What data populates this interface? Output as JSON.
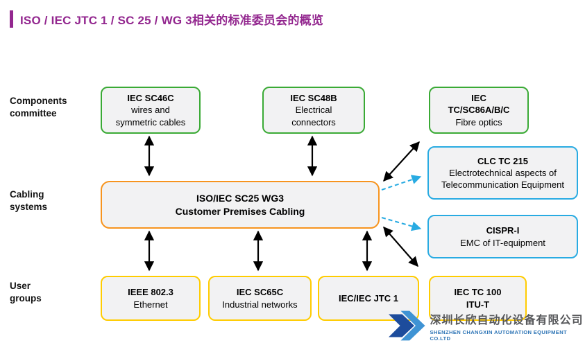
{
  "title": "ISO / IEC JTC 1 / SC 25 / WG 3相关的标准委员会的概览",
  "row_labels": {
    "components": {
      "line1": "Components",
      "line2": "committee"
    },
    "cabling": {
      "line1": "Cabling",
      "line2": "systems"
    },
    "user": {
      "line1": "User",
      "line2": "groups"
    }
  },
  "boxes": {
    "sc46c": {
      "title": "IEC SC46C",
      "line1": "wires and",
      "line2": "symmetric cables"
    },
    "sc48b": {
      "title": "IEC SC48B",
      "line1": "Electrical",
      "line2": "connectors"
    },
    "fibre": {
      "title1": "IEC",
      "title2": "TC/SC86A/B/C",
      "subtitle": "Fibre optics"
    },
    "sc25": {
      "title": "ISO/IEC SC25 WG3",
      "subtitle": "Customer Premises Cabling"
    },
    "clc": {
      "title": "CLC TC 215",
      "line1": "Electrotechnical aspects of",
      "line2": "Telecommunication Equipment"
    },
    "cispr": {
      "title": "CISPR-I",
      "subtitle": "EMC of IT-equipment"
    },
    "ieee": {
      "title": "IEEE 802.3",
      "subtitle": "Ethernet"
    },
    "sc65c": {
      "title": "IEC SC65C",
      "subtitle": "Industrial networks"
    },
    "jtc1": {
      "title": "IEC/IEC JTC 1"
    },
    "tc100": {
      "title": "IEC TC 100",
      "subtitle": "ITU-T"
    }
  },
  "colors": {
    "title_accent": "#93278f",
    "green_border": "#3aaa35",
    "orange_border": "#f7941e",
    "blue_border": "#29abe2",
    "yellow_border": "#ffcc00",
    "box_background": "#f2f2f3",
    "arrow_black": "#000000",
    "arrow_blue": "#29abe2"
  },
  "logo": {
    "company_cn": "深圳长欣自动化设备有限公司",
    "company_en": "SHENZHEN CHANGXIN AUTOMATION EQUIPMENT CO.LTD"
  }
}
